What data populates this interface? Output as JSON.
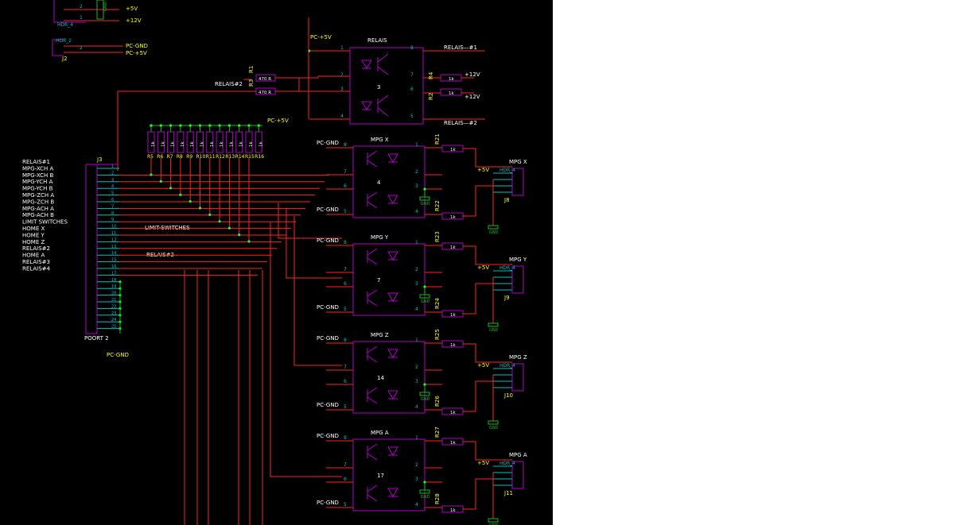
{
  "colors": {
    "background": "#000000",
    "wire": "#ff2222",
    "part": "#b000c8",
    "pin": "#00c0c0",
    "ground": "#10c010",
    "label": "#ffffff",
    "net": "#ffff00"
  },
  "top": {
    "plus5": "+5V",
    "plus12": "+12V",
    "hdr4": "HDR_4",
    "hdr2": "HDR_2",
    "pcgnd": "PC-GND",
    "pc5": "PC-+5V",
    "j2": "J2"
  },
  "relay": {
    "title": "RELAIS",
    "pc5": "PC-+5V",
    "relais2_in": "RELAIS#2",
    "r1": "R1",
    "r3": "R3",
    "r1_val": "470 R",
    "r3_val": "470 R",
    "r4": "R4",
    "r2": "R2",
    "r_val": "1k",
    "plus12a": "+12V",
    "plus12b": "+12V",
    "out1": "RELAIS—#1",
    "out2": "RELAIS—#2",
    "ic": "3",
    "pins": [
      "1",
      "2",
      "3",
      "4",
      "8",
      "7",
      "6",
      "5"
    ]
  },
  "rnet": {
    "pc5": "PC-+5V",
    "values": [
      "1k",
      "1k",
      "1k",
      "1k",
      "1k",
      "1k",
      "1k",
      "1k",
      "1k",
      "1k",
      "1k",
      "1k"
    ],
    "names": [
      "R5",
      "R6",
      "R7",
      "R8",
      "R9",
      "R10",
      "R11",
      "R12",
      "R13",
      "R14",
      "R15",
      "R16"
    ]
  },
  "j3": {
    "ref": "J3",
    "footer": "POORT 2",
    "gnd": "PC-GND",
    "signals": [
      "RELAIS#1",
      "MPG-XCH A",
      "MPG-XCH B",
      "MPG-YCH A",
      "MPG-YCH B",
      "MPG-ZCH A",
      "MPG-ZCH B",
      "MPG-ACH A",
      "MPG-ACH B",
      "LIMIT SWITCHES",
      "HOME X",
      "HOME Y",
      "HOME Z",
      "RELAIS#2",
      "HOME A",
      "RELAIS#3",
      "RELAIS#4"
    ],
    "pins": [
      "1",
      "2",
      "3",
      "4",
      "5",
      "6",
      "7",
      "8",
      "9",
      "10",
      "11",
      "12",
      "13",
      "14",
      "15",
      "16",
      "17",
      "18",
      "19",
      "20",
      "21",
      "22",
      "23",
      "24",
      "25"
    ],
    "limit": "LIMIT-SWITCHES",
    "relais2": "RELAIS#2"
  },
  "mpg": [
    {
      "title": "MPG X",
      "ic": "4",
      "ra": "R21",
      "rb": "R22",
      "val": "1k",
      "gnd1": "PC-GND",
      "gnd2": "PC-GND",
      "plus5": "+5V",
      "hdr": "HDR_4",
      "jref": "J8",
      "conn": "MPG X",
      "gl": "GND",
      "pins": [
        "8",
        "7",
        "6",
        "5",
        "1",
        "2",
        "3",
        "4"
      ]
    },
    {
      "title": "MPG Y",
      "ic": "7",
      "ra": "R23",
      "rb": "R24",
      "val": "1k",
      "gnd1": "PC-GND",
      "gnd2": "PC-GND",
      "plus5": "+5V",
      "hdr": "HDR_4",
      "jref": "J9",
      "conn": "MPG Y",
      "gl": "GND",
      "pins": [
        "8",
        "7",
        "6",
        "5",
        "1",
        "2",
        "3",
        "4"
      ]
    },
    {
      "title": "MPG Z",
      "ic": "14",
      "ra": "R25",
      "rb": "R26",
      "val": "1k",
      "gnd1": "PC-GND",
      "gnd2": "PC-GND",
      "plus5": "+5V",
      "hdr": "HDR_4",
      "jref": "J10",
      "conn": "MPG Z",
      "gl": "GND",
      "pins": [
        "8",
        "7",
        "6",
        "5",
        "1",
        "2",
        "3",
        "4"
      ]
    },
    {
      "title": "MPG A",
      "ic": "17",
      "ra": "R27",
      "rb": "R28",
      "val": "1k",
      "gnd1": "PC-GND",
      "gnd2": "PC-GND",
      "plus5": "+5V",
      "hdr": "HDR_4",
      "jref": "J11",
      "conn": "MPG A",
      "gl": "GND",
      "pins": [
        "8",
        "7",
        "6",
        "5",
        "1",
        "2",
        "3",
        "4"
      ]
    }
  ]
}
